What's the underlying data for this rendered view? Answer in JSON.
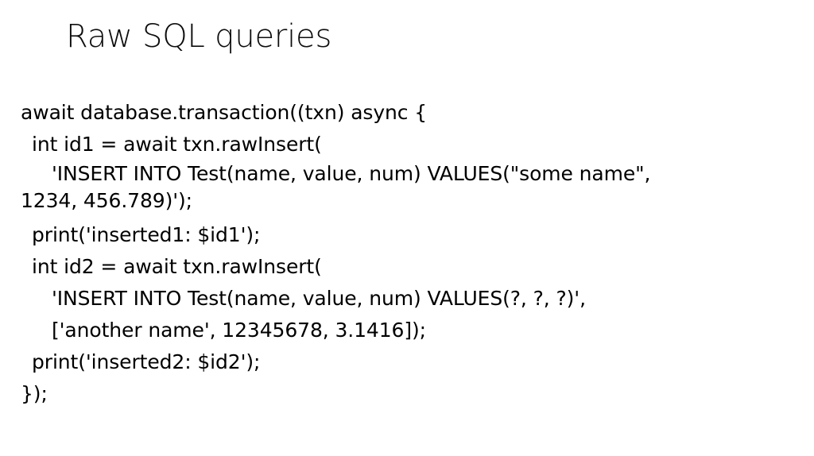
{
  "slide": {
    "title": "Raw SQL queries",
    "background_color": "#ffffff",
    "text_color": "#000000",
    "code_lines": [
      {
        "text": "await database.transaction((txn) async {",
        "indent": 0,
        "wraps": false
      },
      {
        "text": "int id1 = await txn.rawInsert(",
        "indent": 1,
        "wraps": false
      },
      {
        "text": "'INSERT INTO Test(name, value, num) VALUES(\"some name\", 1234, 456.789)');",
        "indent": 2,
        "wraps": true
      },
      {
        "text": "print('inserted1: $id1');",
        "indent": 1,
        "wraps": false
      },
      {
        "text": "int id2 = await txn.rawInsert(",
        "indent": 1,
        "wraps": false
      },
      {
        "text": "'INSERT INTO Test(name, value, num) VALUES(?, ?, ?)',",
        "indent": 2,
        "wraps": false
      },
      {
        "text": "['another name', 12345678, 3.1416]);",
        "indent": 2,
        "wraps": false
      },
      {
        "text": "print('inserted2: $id2');",
        "indent": 1,
        "wraps": false
      },
      {
        "text": "});",
        "indent": 0,
        "wraps": false
      }
    ]
  }
}
